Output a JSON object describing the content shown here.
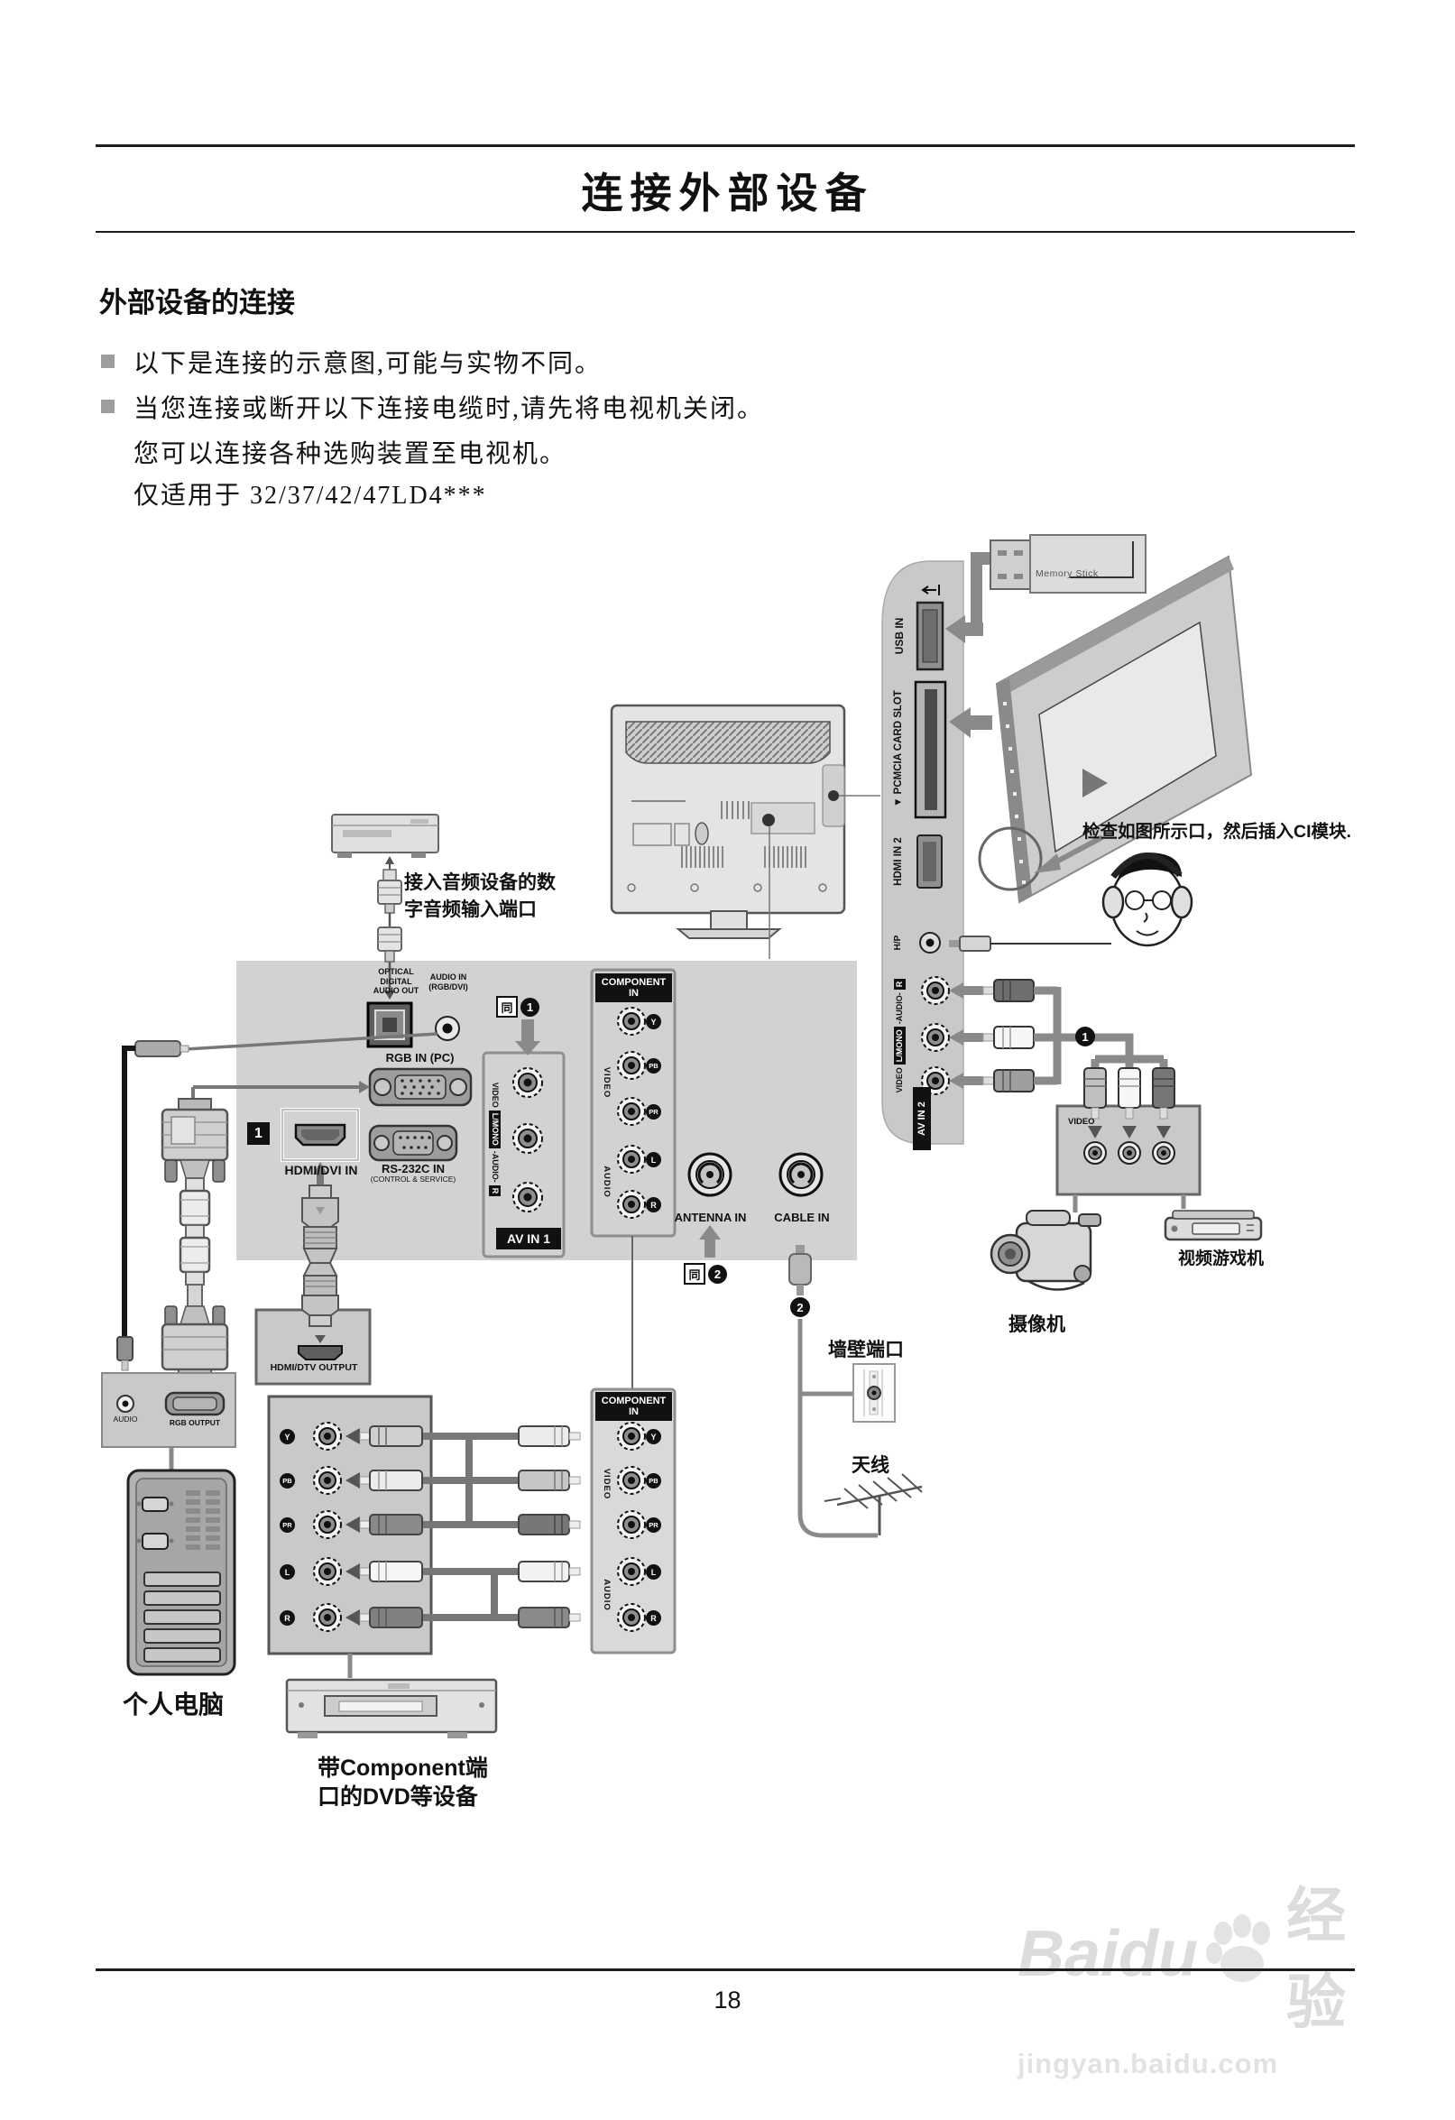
{
  "page": {
    "title": "连接外部设备",
    "section_heading": "外部设备的连接",
    "bullet1": "以下是连接的示意图,可能与实物不同。",
    "bullet2": "当您连接或断开以下连接电缆时,请先将电视机关闭。",
    "body_line1": "您可以连接各种选购装置至电视机。",
    "body_line2": "仅适用于 32/37/42/47LD4***",
    "page_number": "18"
  },
  "diagram": {
    "memory_stick_label": "Memory Stick",
    "ci_note": "检查如图所示口，然后插入CI模块.",
    "audio_note_line1": "接入音频设备的数",
    "audio_note_line2": "字音频输入端口",
    "side_panel": {
      "usb_in": "USB IN",
      "pcmcia": "▼ PCMCIA CARD SLOT",
      "hdmi_in_2": "HDMI IN 2",
      "headphone": "H/P",
      "video": "VIDEO",
      "l_mono": "L/MONO",
      "audio_mid": "-AUDIO-",
      "r": "R",
      "av_in_2": "AV IN 2"
    },
    "main_panel": {
      "optical_line1": "OPTICAL",
      "optical_line2": "DIGITAL",
      "optical_line3": "AUDIO OUT",
      "audio_in_line1": "AUDIO IN",
      "audio_in_line2": "(RGB/DVI)",
      "rgb_in": "RGB IN (PC)",
      "rs232_line1": "RS-232C IN",
      "rs232_line2": "(CONTROL & SERVICE)",
      "hdmi_dvi_in": "HDMI/DVI IN",
      "badge_1": "1",
      "av_in_1": "AV IN 1",
      "antenna_in": "ANTENNA IN",
      "cable_in": "CABLE IN",
      "same": "同",
      "num1": "1",
      "num2": "2"
    },
    "component": {
      "header_line1": "COMPONENT",
      "header_line2": "IN",
      "video": "VIDEO",
      "audio": "AUDIO",
      "y": "Y",
      "pb": "PB",
      "pr": "PR",
      "l": "L",
      "r": "R"
    },
    "pc": {
      "audio": "AUDIO",
      "rgb_output": "RGB OUTPUT",
      "label": "个人电脑"
    },
    "hdmi_dtv_output": "HDMI/DTV OUTPUT",
    "av_device_video": "VIDEO",
    "dvd_label_line1": "带Component端",
    "dvd_label_line2": "口的DVD等设备",
    "wall_port": "墙壁端口",
    "antenna": "天线",
    "camcorder": "摄像机",
    "game_console": "视频游戏机"
  },
  "watermark": {
    "brand": "Baidu",
    "brand_cn": "经验",
    "url": "jingyan.baidu.com"
  }
}
